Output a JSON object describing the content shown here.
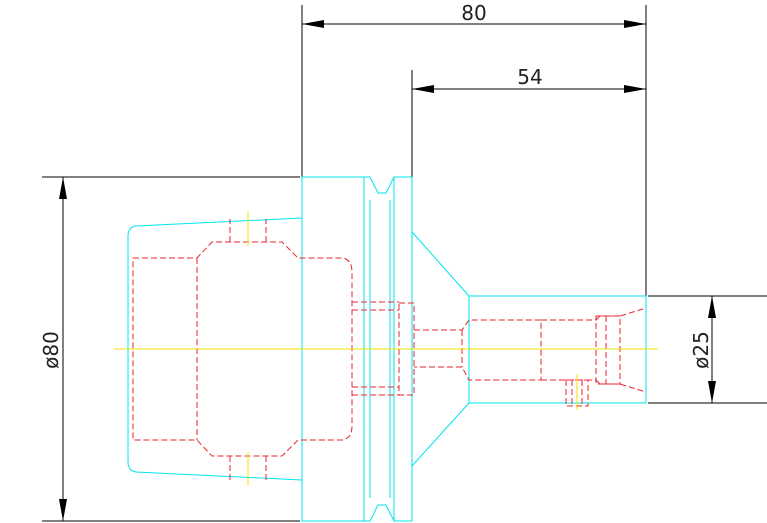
{
  "dimensions": {
    "overall_length": "80",
    "tail_length": "54",
    "body_diameter": "ø80",
    "shank_diameter": "ø25"
  },
  "colors": {
    "outline": "#00e5ee",
    "hidden_lines": "#e8262c",
    "dimension_lines": "#000000",
    "centerline": "#f0e000"
  }
}
